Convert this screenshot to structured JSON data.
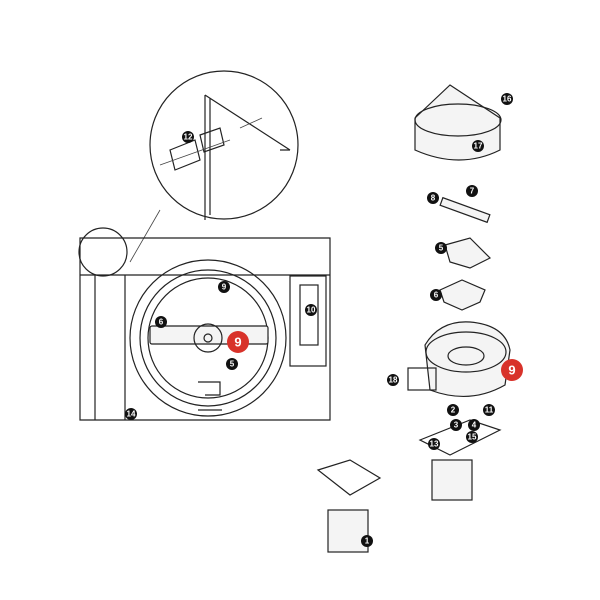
{
  "diagram": {
    "callouts": {
      "c12": "12",
      "c9a": "9",
      "c6a": "6",
      "c9red_left": "9",
      "c5a": "5",
      "c10": "10",
      "c14": "14",
      "c16": "16",
      "c17": "17",
      "c7": "7",
      "c8": "8",
      "c5b": "5",
      "c6b": "6",
      "c9red_right": "9",
      "c18": "18",
      "c2": "2",
      "c11": "11",
      "c3": "3",
      "c4": "4",
      "c15": "15",
      "c13": "13",
      "c1": "1"
    },
    "colors": {
      "highlight": "#d8322a",
      "callout": "#111111"
    }
  }
}
